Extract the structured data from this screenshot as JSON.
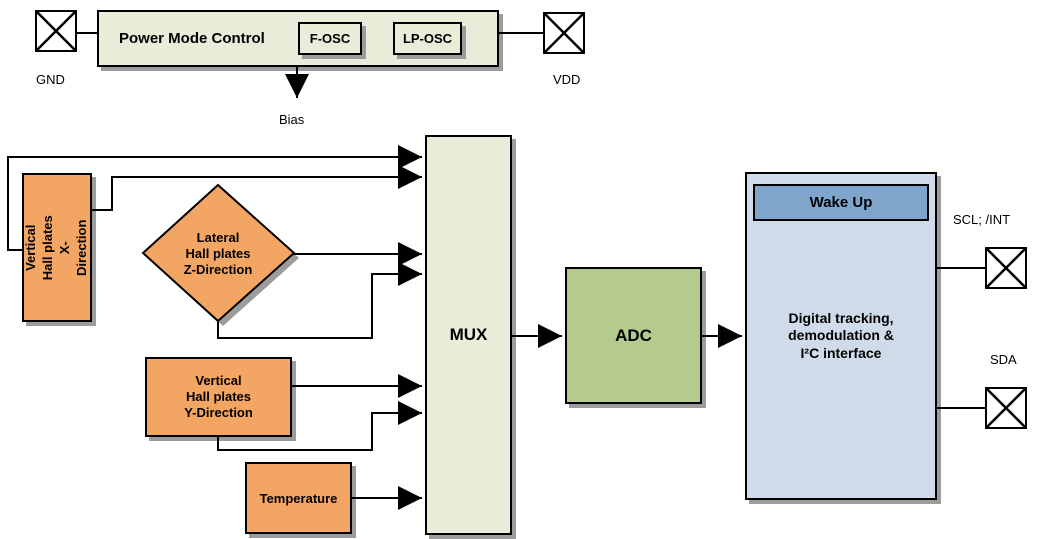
{
  "pads": {
    "gnd": "GND",
    "vdd": "VDD",
    "scl": "SCL; /INT",
    "sda": "SDA"
  },
  "blocks": {
    "power_mode_control": "Power Mode Control",
    "f_osc": "F-OSC",
    "lp_osc": "LP-OSC",
    "bias": "Bias",
    "hall_x": "Vertical\nHall plates\nX-Direction",
    "hall_z": "Lateral\nHall plates\nZ-Direction",
    "hall_y": "Vertical\nHall plates\nY-Direction",
    "temperature": "Temperature",
    "mux": "MUX",
    "adc": "ADC",
    "wake_up": "Wake Up",
    "digital": "Digital tracking,\ndemodulation &\nI²C interface"
  },
  "colors": {
    "block_light": "#e9ecd9",
    "orange": "#f3a563",
    "green": "#b5ca8d",
    "blue_light": "#cfdbe9",
    "blue_header": "#7fa5cd",
    "shadow": "#9c9c9c",
    "line": "#000000"
  }
}
